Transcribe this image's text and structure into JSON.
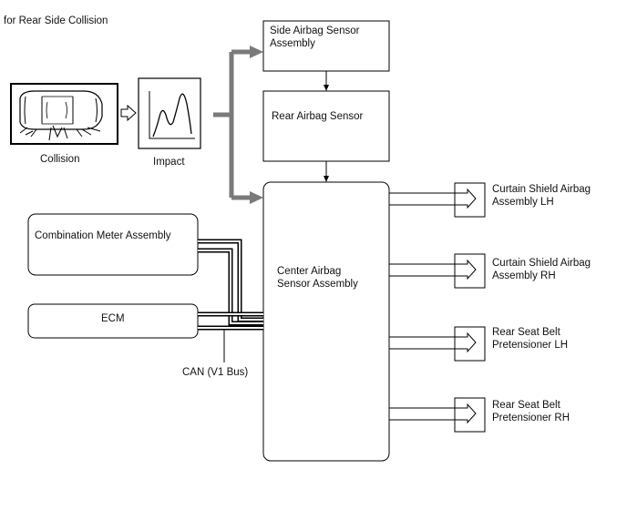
{
  "header": {
    "title": "for Rear Side Collision"
  },
  "labels": {
    "collision": "Collision",
    "impact": "Impact",
    "side_airbag_sensor": "Side Airbag Sensor\nAssembly",
    "rear_airbag_sensor": "Rear Airbag Sensor",
    "center_airbag_sensor": "Center Airbag\nSensor Assembly",
    "combination_meter": "Combination Meter Assembly",
    "ecm": "ECM",
    "can_bus": "CAN (V1 Bus)",
    "curtain_lh": "Curtain Shield Airbag\nAssembly LH",
    "curtain_rh": "Curtain Shield Airbag\nAssembly RH",
    "pretensioner_lh": "Rear Seat Belt\nPretensioner LH",
    "pretensioner_rh": "Rear Seat Belt\nPretensioner RH"
  },
  "icons": {
    "collision": "car-collision-icon",
    "impact": "impact-waveform-icon"
  }
}
